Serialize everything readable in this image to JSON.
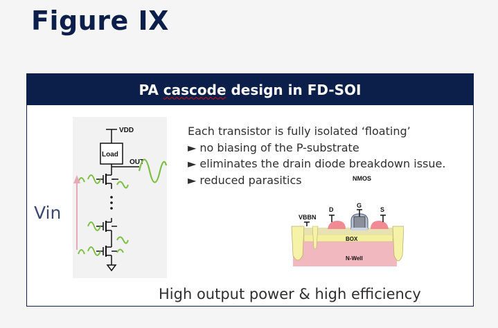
{
  "figure_title": "Figure IX",
  "panel": {
    "title_prefix": "PA ",
    "title_underlined": "cascode",
    "title_suffix": " design in FD-SOI"
  },
  "circuit": {
    "vdd_label": "VDD",
    "load_label": "Load",
    "out_label": "OUT",
    "vin_label": "Vin"
  },
  "bullets": {
    "intro": "Each transistor is fully isolated ‘floating’",
    "marker": "►",
    "items": [
      "no biasing of the P-substrate",
      "eliminates the drain diode breakdown issue.",
      "reduced parasitics"
    ]
  },
  "device": {
    "title": "NMOS",
    "terminal_d": "D",
    "terminal_g": "G",
    "terminal_s": "S",
    "vbbn_label": "VBBN",
    "box_label": "BOX",
    "well_label": "N-Well"
  },
  "footer": "High output power & high efficiency",
  "colors": {
    "navy": "#0b1f4a",
    "wave_green": "#7bc043",
    "arrow_pink": "#e8a9b6",
    "well_pink": "#f2b8c0",
    "box_yellow": "#f4f0a0",
    "trench_yellow": "#f6f2a8",
    "diffusion_red": "#f08a93"
  }
}
